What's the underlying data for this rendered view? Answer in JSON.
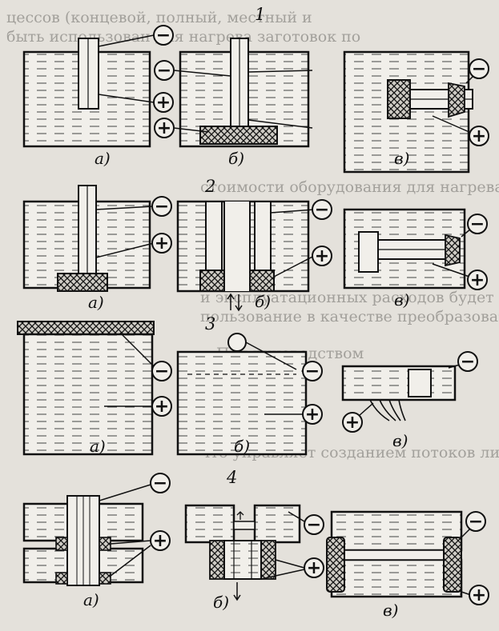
{
  "rows": [
    {
      "number": "1",
      "panels": [
        {
          "label": "а)",
          "polarity": {
            "minus": "−",
            "plus": "+"
          }
        },
        {
          "label": "б)",
          "polarity": {
            "minus": "−",
            "plus": "+"
          }
        },
        {
          "label": "в)",
          "polarity": {
            "minus": "−",
            "plus": "+"
          }
        }
      ]
    },
    {
      "number": "2",
      "panels": [
        {
          "label": "а)",
          "polarity": {
            "minus": "−",
            "plus": "+"
          }
        },
        {
          "label": "б)",
          "polarity": {
            "minus": "−",
            "plus": "+"
          }
        },
        {
          "label": "в)",
          "polarity": {
            "minus": "−",
            "plus": "+"
          }
        }
      ]
    },
    {
      "number": "3",
      "panels": [
        {
          "label": "а)",
          "polarity": {
            "minus": "−",
            "plus": "+"
          }
        },
        {
          "label": "б)",
          "polarity": {
            "minus": "−",
            "plus": "+"
          }
        },
        {
          "label": "в)",
          "polarity": {
            "minus": "−",
            "plus": "+"
          }
        }
      ]
    },
    {
      "number": "4",
      "panels": [
        {
          "label": "а)",
          "polarity": {
            "minus": "−",
            "plus": "+"
          }
        },
        {
          "label": "б)",
          "polarity": {
            "minus": "−",
            "plus": "+"
          }
        },
        {
          "label": "в)",
          "polarity": {
            "minus": "−",
            "plus": "+"
          }
        }
      ]
    }
  ],
  "background_text": [
    "цессов (концевой, полный, местный и",
    "быть использован для нагрева заготовок по",
    "стоимости оборудования для нагрева и",
    "и эксплуатационных расходов будет способ",
    "пользование в качестве преобразователя",
    "Под руководством",
    "что управляет созданием потоков линий."
  ],
  "colors": {
    "ink": "#111111",
    "paper": "#e4e1db",
    "bath": "#f1efea"
  }
}
